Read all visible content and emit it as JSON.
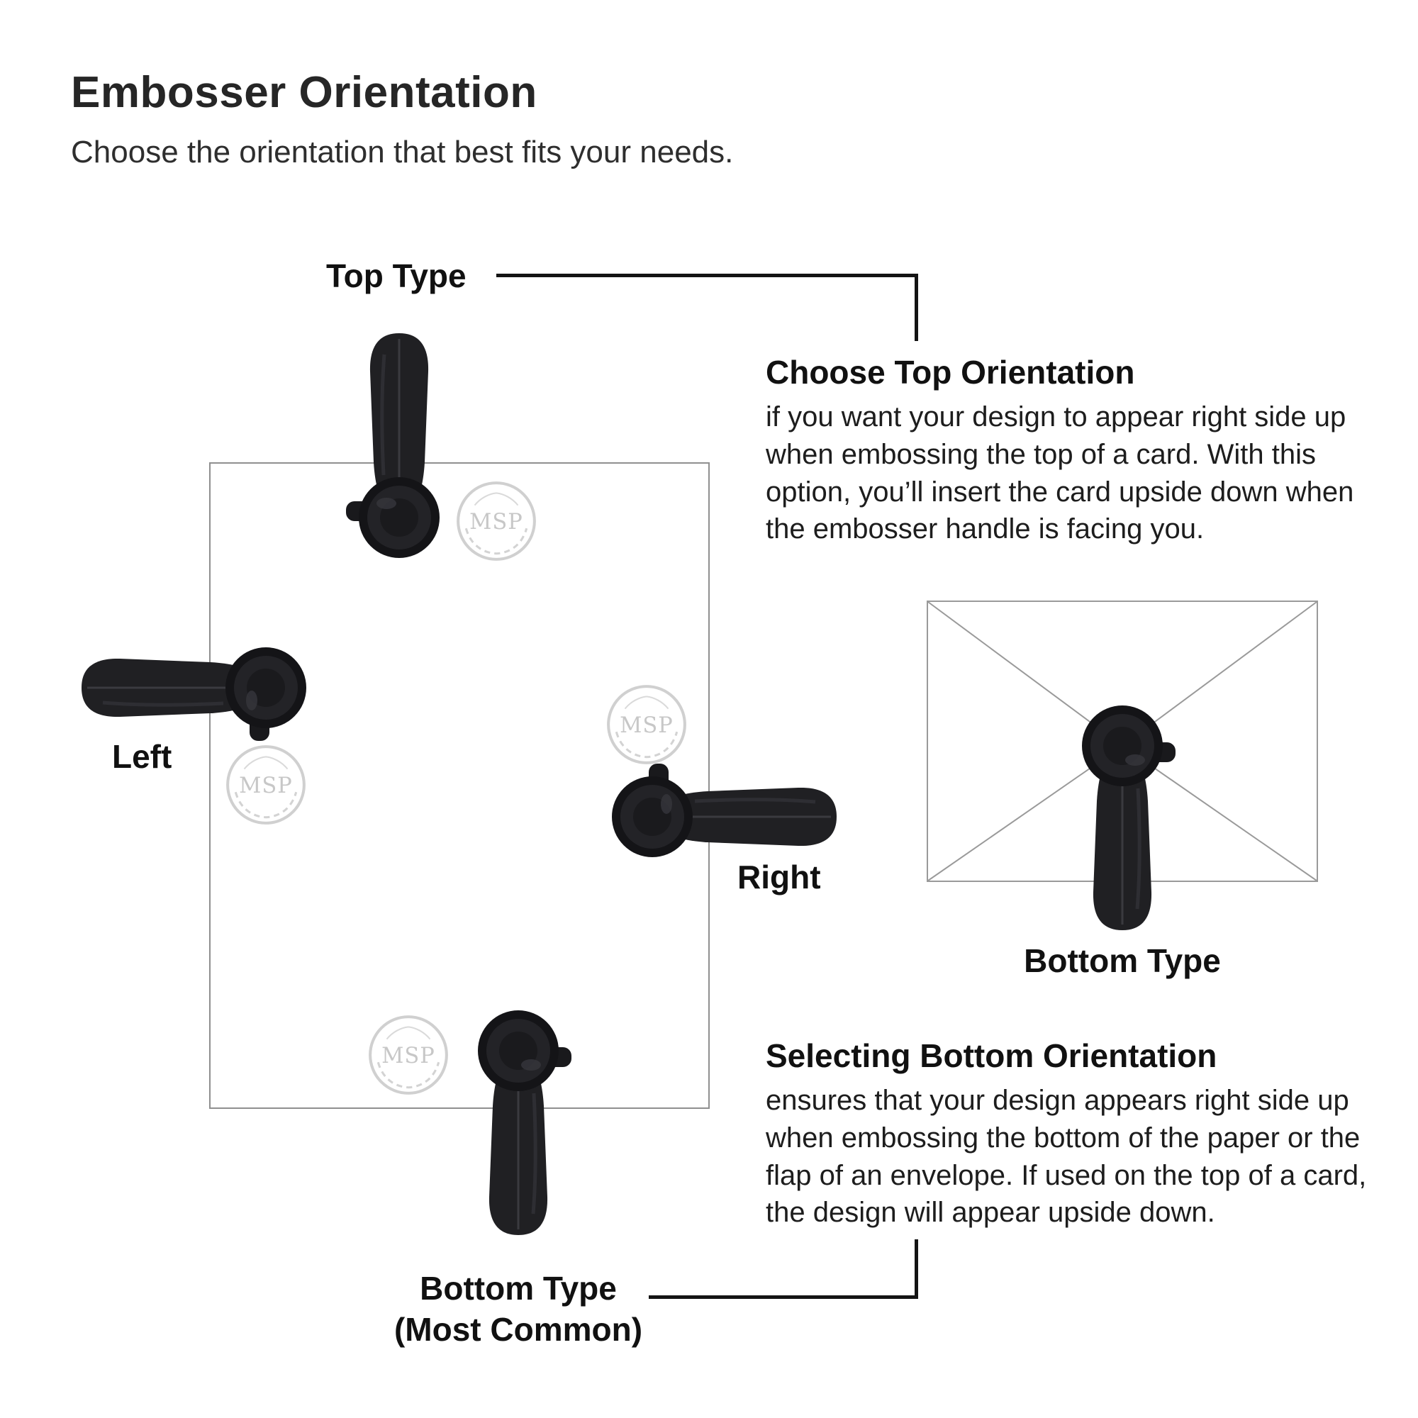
{
  "page": {
    "title": "Embosser Orientation",
    "subtitle": "Choose the orientation that best fits your needs."
  },
  "diagram": {
    "label_top": "Top Type",
    "label_left": "Left",
    "label_right": "Right",
    "label_bottom_line1": "Bottom Type",
    "label_bottom_line2": "(Most Common)",
    "envelope_label": "Bottom Type",
    "seal_monogram": "MSP"
  },
  "callout_top": {
    "heading": "Choose Top Orientation",
    "body": "if you want your design to appear right side up when embossing the top of a card.  With this option, you’ll insert the card upside down when the embosser handle is facing you."
  },
  "callout_bottom": {
    "heading": "Selecting Bottom Orientation",
    "body": "ensures that your design appears right side up when embossing the bottom of the paper or the flap of an envelope.  If used on the top of a card, the design will appear upside down."
  },
  "colors": {
    "embosser_dark": "#1b1b1e",
    "seal_gray": "#c9c9c9",
    "connector": "#141414",
    "card_border": "#8f8f8f",
    "envelope_border": "#9a9a9a"
  }
}
